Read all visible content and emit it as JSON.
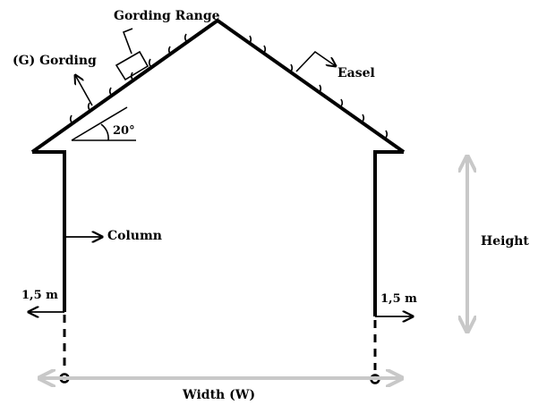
{
  "labels": {
    "gording_range": "Gording Range",
    "gording": "(G) Gording",
    "easel": "Easel",
    "angle": "20°",
    "column": "Column",
    "height": "Height",
    "left_offset": "1,5 m",
    "right_offset": "1,5 m",
    "width": "Width (W)"
  },
  "roof_pitch_deg": 20,
  "colors": {
    "ink": "#000000",
    "dimension": "#c8c8c8"
  }
}
